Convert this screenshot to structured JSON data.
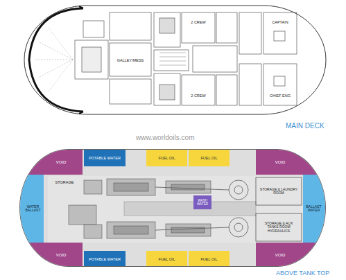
{
  "diagram": {
    "nodes": [
      {
        "text": [
          "GALLEY/MESS"
        ]
      },
      {
        "text": [
          "2 CREW"
        ]
      },
      {
        "text": [
          "2 CREW"
        ]
      },
      {
        "text": [
          "CAPTAIN"
        ]
      },
      {
        "text": [
          "CHIEF ENG"
        ]
      },
      {
        "text": [
          "VOID"
        ]
      },
      {
        "text": [
          "POTABLE WATER"
        ]
      },
      {
        "text": [
          "FUEL OIL"
        ]
      },
      {
        "text": [
          "FUEL OIL"
        ]
      },
      {
        "text": [
          "VOID"
        ]
      },
      {
        "text": [
          "WATER BALLAST"
        ]
      },
      {
        "text": [
          "STORAGE"
        ]
      },
      {
        "text": [
          "WASH WATER"
        ]
      },
      {
        "text": [
          "STORAGE & LAUNDRY ROOM"
        ]
      },
      {
        "text": [
          "STORAGE & AUX TANKS ROOM HYDRAULICS"
        ]
      },
      {
        "text": [
          "BALLAST WATER"
        ]
      },
      {
        "text": [
          "VOID"
        ]
      },
      {
        "text": [
          "POTABLE WATER"
        ]
      },
      {
        "text": [
          "FUEL OIL"
        ]
      },
      {
        "text": [
          "FUEL OIL"
        ]
      },
      {
        "text": [
          "VOID"
        ]
      }
    ],
    "labels": [
      "MAIN DECK",
      "www.worldoils.com",
      "ABOVE TANK TOP"
    ]
  }
}
